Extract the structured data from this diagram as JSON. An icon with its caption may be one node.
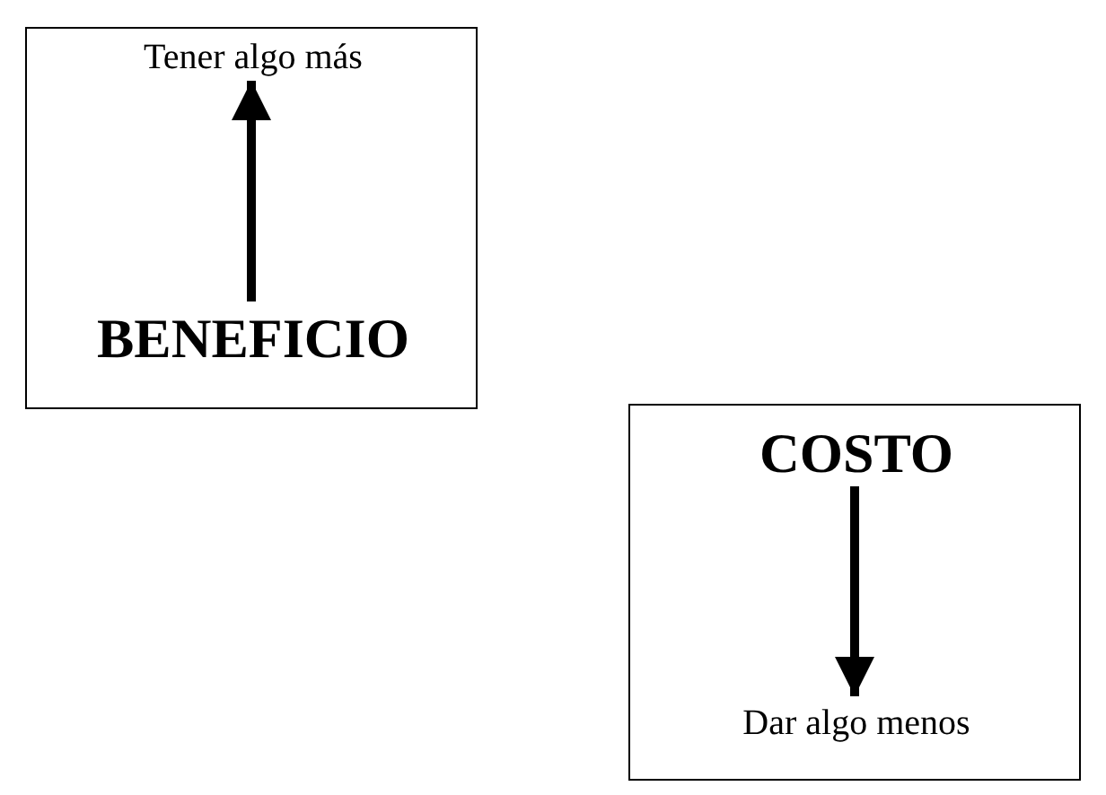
{
  "diagram": {
    "nodes": [
      {
        "text": [],
        "shape": "box"
      },
      {
        "text": [
          "Tener algo más"
        ],
        "in": 0
      },
      {
        "text": [
          "BENEFICIO"
        ],
        "in": 0
      },
      {
        "text": [],
        "shape": "box"
      },
      {
        "text": [
          "COSTO"
        ],
        "in": 3
      },
      {
        "text": [
          "Dar algo menos"
        ],
        "in": 3
      }
    ],
    "edges": [
      {
        "from": 2,
        "to": 1,
        "arrow": "to"
      },
      {
        "from": 4,
        "to": 5,
        "arrow": "to"
      }
    ]
  }
}
